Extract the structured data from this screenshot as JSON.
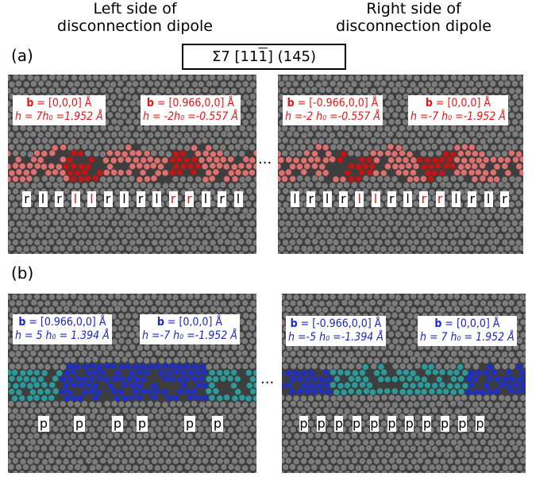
{
  "header": {
    "left": [
      "Left side of",
      "disconnection dipole"
    ],
    "right": [
      "Right side of",
      "disconnection dipole"
    ]
  },
  "title_box": {
    "prefix": "Σ7 [11",
    "bar_digit": "1",
    "suffix": "] (145)"
  },
  "panels": {
    "a": {
      "label": "(a)",
      "ellipsis": "...",
      "left": {
        "boxes": [
          {
            "b_lead": "b",
            "b_val": " = [0,0,0] Å",
            "h_line": "h = 7h₀ =1.952 Å"
          },
          {
            "b_lead": "b",
            "b_val": " = [0.966,0,0] Å",
            "h_line": "h = -2h₀ =-0.557 Å"
          }
        ],
        "symbols": [
          "r",
          "l",
          "r",
          "l",
          "l",
          "r",
          "l",
          "r",
          "l",
          "r",
          "r",
          "l",
          "r",
          "l"
        ],
        "symbol_colors": [
          "k",
          "k",
          "k",
          "r",
          "r",
          "k",
          "k",
          "k",
          "k",
          "r",
          "r",
          "k",
          "k",
          "k"
        ]
      },
      "right": {
        "boxes": [
          {
            "b_lead": "b",
            "b_val": " = [-0.966,0,0] Å",
            "h_line": "h =-2 h₀ =-0.557 Å"
          },
          {
            "b_lead": "b",
            "b_val": " = [0,0,0] Å",
            "h_line": "h =-7 h₀ =-1.952 Å"
          }
        ],
        "symbols": [
          "l",
          "r",
          "l",
          "r",
          "l",
          "l",
          "r",
          "l",
          "r",
          "r",
          "l",
          "r",
          "l",
          "r"
        ],
        "symbol_colors": [
          "k",
          "k",
          "k",
          "k",
          "r",
          "r",
          "k",
          "k",
          "r",
          "r",
          "k",
          "k",
          "k",
          "k"
        ]
      }
    },
    "b": {
      "label": "(b)",
      "ellipsis": "...",
      "left": {
        "boxes": [
          {
            "b_lead": "b",
            "b_val": " = [0.966,0,0] Å",
            "h_line": "h = 5 h₀ = 1.394 Å"
          },
          {
            "b_lead": "b",
            "b_val": " = [0,0,0] Å",
            "h_line": "h =-7 h₀ =-1.952 Å"
          }
        ],
        "symbols": [
          "p",
          "p",
          "p",
          "p",
          "p",
          "p"
        ]
      },
      "right": {
        "boxes": [
          {
            "b_lead": "b",
            "b_val": " = [-0.966,0,0] Å",
            "h_line": "h =-5 h₀ =-1.394 Å"
          },
          {
            "b_lead": "b",
            "b_val": " = [0,0,0] Å",
            "h_line": "h = 7 h₀ = 1.952 Å"
          }
        ],
        "symbols": [
          "p",
          "p",
          "p",
          "p",
          "p",
          "p",
          "p",
          "p",
          "p",
          "p",
          "p"
        ]
      }
    }
  },
  "colors": {
    "grain_atom": "#7c7c7c",
    "atom_edge": "#3c3c3c",
    "background_dark": "#3e3e3e",
    "a_boundary_atom": "#e07070",
    "a_dipole_atom": "#c41414",
    "b_boundary_atom": "#2a9a9a",
    "b_dipole_atom": "#1e2ec8",
    "red_text": "#ee1111",
    "blue_text": "#1a24c8"
  }
}
